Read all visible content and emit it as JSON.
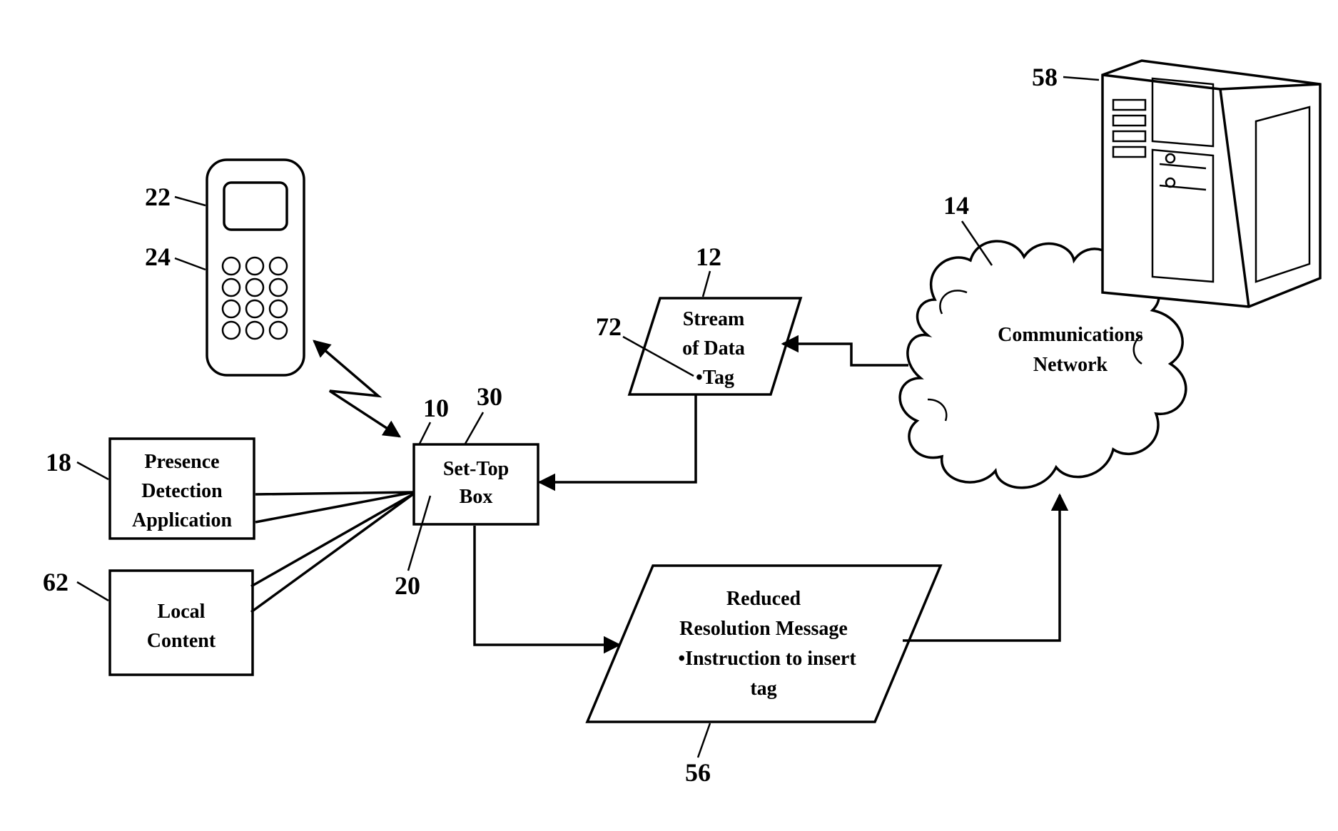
{
  "refs": {
    "r10": "10",
    "r12": "12",
    "r14": "14",
    "r18": "18",
    "r20": "20",
    "r22": "22",
    "r24": "24",
    "r30": "30",
    "r56": "56",
    "r58": "58",
    "r62": "62",
    "r72": "72"
  },
  "set_top_box": {
    "line1": "Set-Top",
    "line2": "Box"
  },
  "presence": {
    "line1": "Presence",
    "line2": "Detection",
    "line3": "Application"
  },
  "local_content": {
    "line1": "Local",
    "line2": "Content"
  },
  "stream": {
    "line1": "Stream",
    "line2": "of Data",
    "line3": "•Tag"
  },
  "network": {
    "line1": "Communications",
    "line2": "Network"
  },
  "message": {
    "line1": "Reduced",
    "line2": "Resolution Message",
    "line3": "•Instruction to insert",
    "line4": "tag"
  }
}
